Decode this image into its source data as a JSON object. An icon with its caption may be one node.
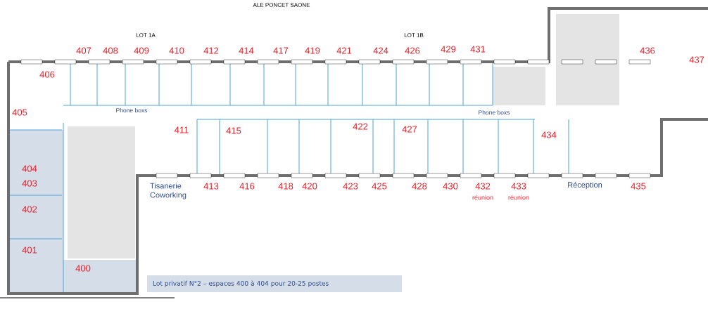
{
  "diagram": {
    "nodes": [
      {
        "text": [
          "Lot privatif N°2 – espaces 400 à 404 pour 20-25 postes"
        ]
      }
    ],
    "labels": [
      "ALE PONCET SAONE",
      "LOT 1A",
      "LOT 1B",
      "407",
      "408",
      "409",
      "410",
      "412",
      "414",
      "417",
      "419",
      "421",
      "424",
      "426",
      "429",
      "431",
      "436",
      "437",
      "406",
      "405",
      "Phone boxs",
      "Phone boxs",
      "411",
      "415",
      "422",
      "427",
      "434",
      "404",
      "403",
      "413",
      "416",
      "418",
      "420",
      "423",
      "425",
      "428",
      "430",
      "432",
      "433",
      "Réception",
      "435",
      "Tisanerie Coworking",
      "réunion",
      "réunion",
      "402",
      "401",
      "400"
    ]
  }
}
